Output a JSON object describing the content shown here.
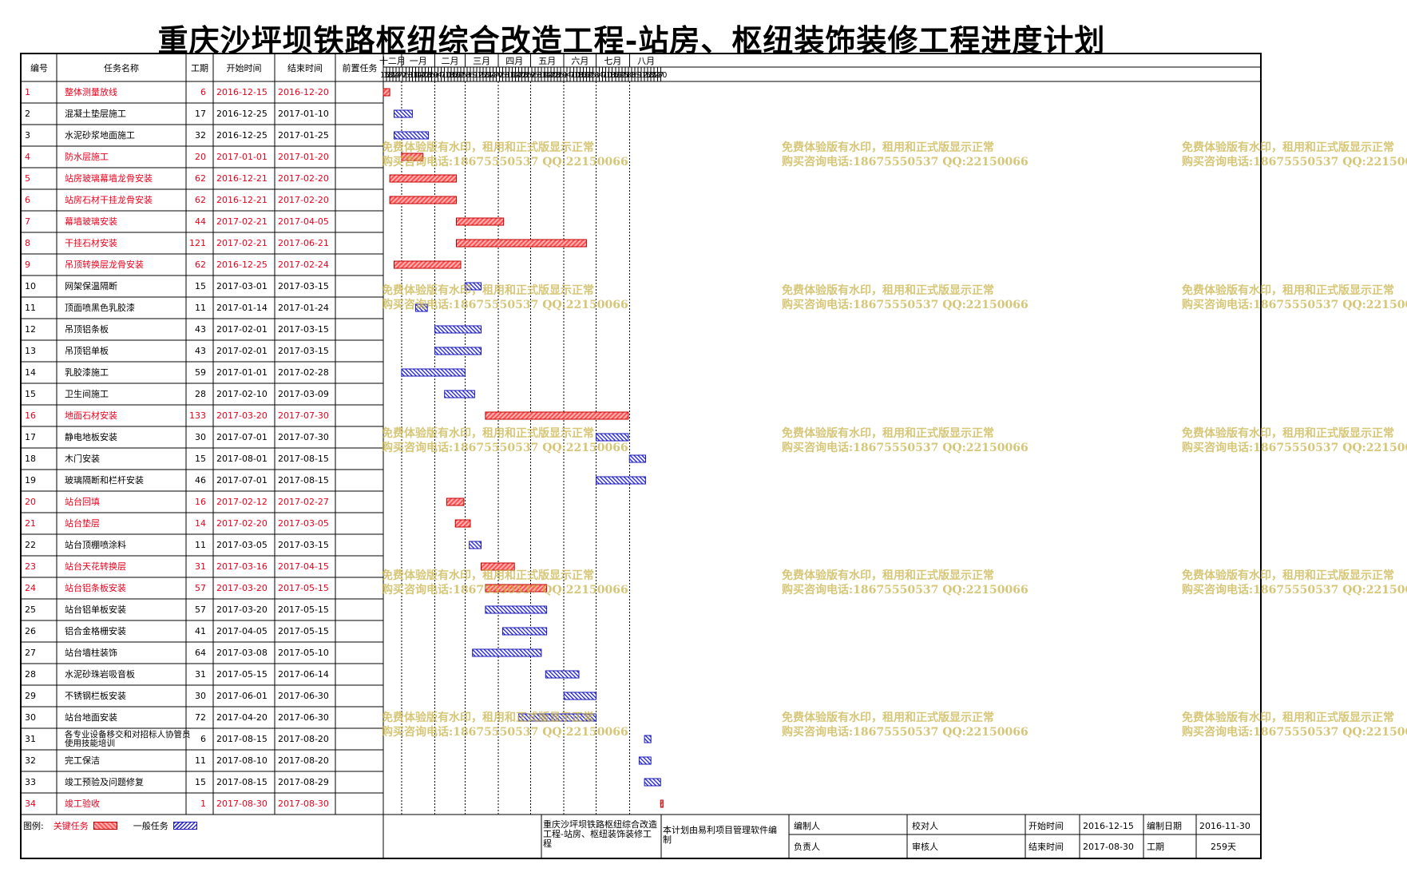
{
  "title": "重庆沙坪坝铁路枢纽综合改造工程-站房、枢纽装饰装修工程进度计划",
  "table_headers": [
    "编号",
    "任务名称",
    "工期",
    "开始时间",
    "结束时间",
    "前置任务"
  ],
  "months": [
    "十二月",
    "一月",
    "二月",
    "三月",
    "四月",
    "五月",
    "六月",
    "七月",
    "八月"
  ],
  "colors": {
    "critical_fill": "#ff6b6b",
    "critical_text": "#e8001c",
    "normal_fill": "#2a2ae0",
    "grid": "#000000",
    "watermark": "#c9b44a"
  },
  "tasks": [
    {
      "id": "1",
      "name": "整体测量放线",
      "duration": "6",
      "start": "2016-12-15",
      "end": "2016-12-20",
      "critical": true
    },
    {
      "id": "2",
      "name": "混凝土垫层施工",
      "duration": "17",
      "start": "2016-12-25",
      "end": "2017-01-10",
      "critical": false
    },
    {
      "id": "3",
      "name": "水泥砂浆地面施工",
      "duration": "32",
      "start": "2016-12-25",
      "end": "2017-01-25",
      "critical": false
    },
    {
      "id": "4",
      "name": "防水层施工",
      "duration": "20",
      "start": "2017-01-01",
      "end": "2017-01-20",
      "critical": true
    },
    {
      "id": "5",
      "name": "站房玻璃幕墙龙骨安装",
      "duration": "62",
      "start": "2016-12-21",
      "end": "2017-02-20",
      "critical": true
    },
    {
      "id": "6",
      "name": "站房石材干挂龙骨安装",
      "duration": "62",
      "start": "2016-12-21",
      "end": "2017-02-20",
      "critical": true
    },
    {
      "id": "7",
      "name": "幕墙玻璃安装",
      "duration": "44",
      "start": "2017-02-21",
      "end": "2017-04-05",
      "critical": true
    },
    {
      "id": "8",
      "name": "干挂石材安装",
      "duration": "121",
      "start": "2017-02-21",
      "end": "2017-06-21",
      "critical": true
    },
    {
      "id": "9",
      "name": "吊顶转换层龙骨安装",
      "duration": "62",
      "start": "2016-12-25",
      "end": "2017-02-24",
      "critical": true
    },
    {
      "id": "10",
      "name": "网架保温隔断",
      "duration": "15",
      "start": "2017-03-01",
      "end": "2017-03-15",
      "critical": false
    },
    {
      "id": "11",
      "name": "顶面喷黑色乳胶漆",
      "duration": "11",
      "start": "2017-01-14",
      "end": "2017-01-24",
      "critical": false
    },
    {
      "id": "12",
      "name": "吊顶铝条板",
      "duration": "43",
      "start": "2017-02-01",
      "end": "2017-03-15",
      "critical": false
    },
    {
      "id": "13",
      "name": "吊顶铝单板",
      "duration": "43",
      "start": "2017-02-01",
      "end": "2017-03-15",
      "critical": false
    },
    {
      "id": "14",
      "name": "乳胶漆施工",
      "duration": "59",
      "start": "2017-01-01",
      "end": "2017-02-28",
      "critical": false
    },
    {
      "id": "15",
      "name": "卫生间施工",
      "duration": "28",
      "start": "2017-02-10",
      "end": "2017-03-09",
      "critical": false
    },
    {
      "id": "16",
      "name": "地面石材安装",
      "duration": "133",
      "start": "2017-03-20",
      "end": "2017-07-30",
      "critical": true
    },
    {
      "id": "17",
      "name": "静电地板安装",
      "duration": "30",
      "start": "2017-07-01",
      "end": "2017-07-30",
      "critical": false
    },
    {
      "id": "18",
      "name": "木门安装",
      "duration": "15",
      "start": "2017-08-01",
      "end": "2017-08-15",
      "critical": false
    },
    {
      "id": "19",
      "name": "玻璃隔断和栏杆安装",
      "duration": "46",
      "start": "2017-07-01",
      "end": "2017-08-15",
      "critical": false
    },
    {
      "id": "20",
      "name": "站台回填",
      "duration": "16",
      "start": "2017-02-12",
      "end": "2017-02-27",
      "critical": true
    },
    {
      "id": "21",
      "name": "站台垫层",
      "duration": "14",
      "start": "2017-02-20",
      "end": "2017-03-05",
      "critical": true
    },
    {
      "id": "22",
      "name": "站台顶棚喷涂料",
      "duration": "11",
      "start": "2017-03-05",
      "end": "2017-03-15",
      "critical": false
    },
    {
      "id": "23",
      "name": "站台天花转换层",
      "duration": "31",
      "start": "2017-03-16",
      "end": "2017-04-15",
      "critical": true
    },
    {
      "id": "24",
      "name": "站台铝条板安装",
      "duration": "57",
      "start": "2017-03-20",
      "end": "2017-05-15",
      "critical": true
    },
    {
      "id": "25",
      "name": "站台铝单板安装",
      "duration": "57",
      "start": "2017-03-20",
      "end": "2017-05-15",
      "critical": false
    },
    {
      "id": "26",
      "name": "铝合金格栅安装",
      "duration": "41",
      "start": "2017-04-05",
      "end": "2017-05-15",
      "critical": false
    },
    {
      "id": "27",
      "name": "站台墙柱装饰",
      "duration": "64",
      "start": "2017-03-08",
      "end": "2017-05-10",
      "critical": false
    },
    {
      "id": "28",
      "name": "水泥砂珠岩吸音板",
      "duration": "31",
      "start": "2017-05-15",
      "end": "2017-06-14",
      "critical": false
    },
    {
      "id": "29",
      "name": "不锈钢栏板安装",
      "duration": "30",
      "start": "2017-06-01",
      "end": "2017-06-30",
      "critical": false
    },
    {
      "id": "30",
      "name": "站台地面安装",
      "duration": "72",
      "start": "2017-04-20",
      "end": "2017-06-30",
      "critical": false
    },
    {
      "id": "31",
      "name": "各专业设备移交和对招标人协管员使用技能培训",
      "duration": "6",
      "start": "2017-08-15",
      "end": "2017-08-20",
      "critical": false
    },
    {
      "id": "32",
      "name": "完工保洁",
      "duration": "11",
      "start": "2017-08-10",
      "end": "2017-08-20",
      "critical": false
    },
    {
      "id": "33",
      "name": "竣工预验及问题修复",
      "duration": "15",
      "start": "2017-08-15",
      "end": "2017-08-29",
      "critical": false
    },
    {
      "id": "34",
      "name": "竣工验收",
      "duration": "1",
      "start": "2017-08-30",
      "end": "2017-08-30",
      "critical": true
    }
  ],
  "legend": {
    "label": "图例:",
    "critical": "关键任务",
    "normal": "一般任务"
  },
  "footer": {
    "project": "重庆沙坪坝铁路枢纽综合改造工程-站房、枢纽装饰装修工程",
    "note": "本计划由易利项目管理软件编制",
    "compiler_label": "编制人",
    "checker_label": "校对人",
    "manager_label": "负责人",
    "reviewer_label": "审核人",
    "start_label": "开始时间",
    "start_value": "2016-12-15",
    "end_label": "结束时间",
    "end_value": "2017-08-30",
    "date_label": "编制日期",
    "date_value": "2016-11-30",
    "period_label": "工期",
    "period_value": "259天"
  },
  "watermark": {
    "line1": "免费体验版有水印，租用和正式版显示正常",
    "line2": "购买咨询电话:18675550537 QQ:22150066"
  },
  "chart_data": {
    "type": "gantt",
    "title": "重庆沙坪坝铁路枢纽综合改造工程-站房、枢纽装饰装修工程进度计划",
    "x_range": [
      "2016-12-15",
      "2017-08-31"
    ],
    "x_tick_interval_days": 3,
    "months": [
      "十二月",
      "一月",
      "二月",
      "三月",
      "四月",
      "五月",
      "六月",
      "七月",
      "八月"
    ],
    "legend": [
      "关键任务",
      "一般任务"
    ],
    "legend_placement": "bottom-left"
  }
}
